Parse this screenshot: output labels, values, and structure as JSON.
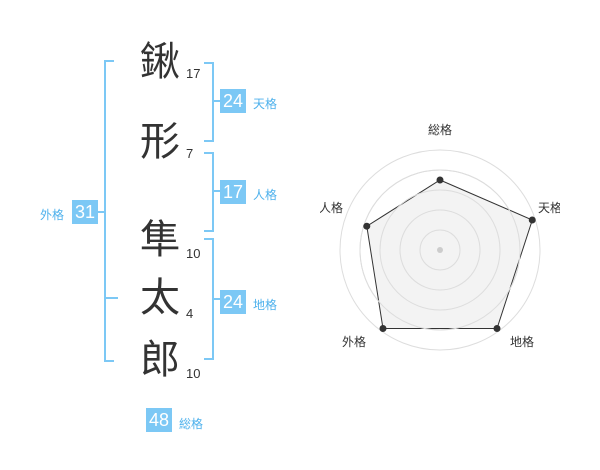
{
  "name_chars": [
    {
      "char": "鍬",
      "strokes": "17"
    },
    {
      "char": "形",
      "strokes": "7"
    },
    {
      "char": "隼",
      "strokes": "10"
    },
    {
      "char": "太",
      "strokes": "4"
    },
    {
      "char": "郎",
      "strokes": "10"
    }
  ],
  "fortunes": {
    "tenkaku": {
      "value": "24",
      "label": "天格"
    },
    "jinkaku": {
      "value": "17",
      "label": "人格"
    },
    "chikaku": {
      "value": "24",
      "label": "地格"
    },
    "gaikaku": {
      "value": "31",
      "label": "外格"
    },
    "soukaku": {
      "value": "48",
      "label": "総格"
    }
  },
  "radar": {
    "axes": [
      "総格",
      "天格",
      "地格",
      "外格",
      "人格"
    ],
    "values": [
      0.7,
      0.97,
      0.97,
      0.97,
      0.77
    ],
    "colors": {
      "ring_stroke": "#dddddd",
      "fill": "#f0f0f0",
      "line": "#333333",
      "center": "#cccccc"
    }
  },
  "colors": {
    "accent": "#7cc8f5",
    "accent_text": "#4eb1ec"
  }
}
